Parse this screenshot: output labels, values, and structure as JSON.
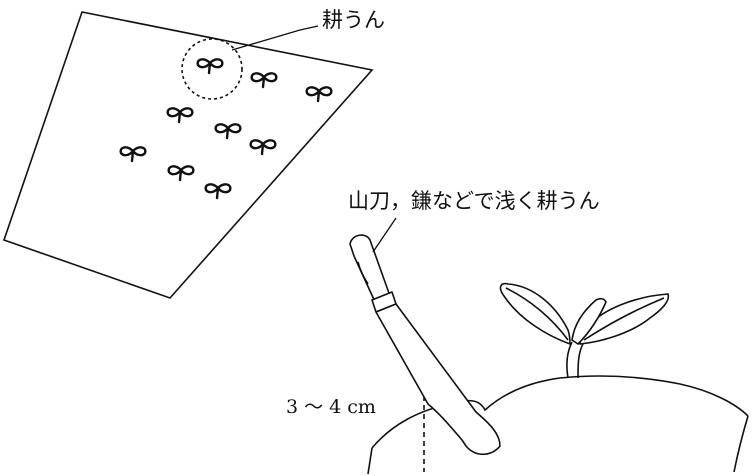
{
  "labels": {
    "tillage": "耕うん",
    "tool_caption": "山刀，鎌などで浅く耕うん",
    "depth": "3 ～ 4 cm"
  },
  "colors": {
    "ink": "#111111",
    "paper": "#ffffff"
  },
  "icons": [
    "seedling-icon",
    "blade-tool-icon"
  ]
}
